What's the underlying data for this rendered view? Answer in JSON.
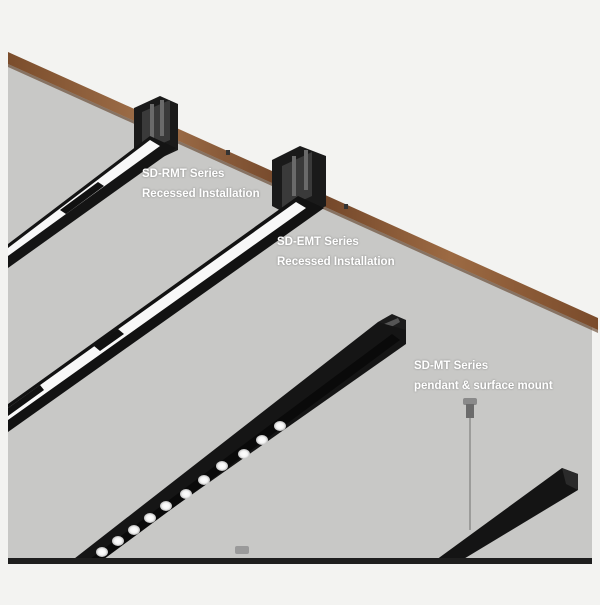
{
  "products": [
    {
      "series": "SD-RMT Series",
      "installation": "Recessed Installation"
    },
    {
      "series": "SD-EMT Series",
      "installation": "Recessed Installation"
    },
    {
      "series": "SD-MT Series",
      "installation": "pendant & surface mount"
    }
  ],
  "colors": {
    "ceiling_wood": "#8a5a36",
    "wall": "#c9c9c7",
    "track_black": "#111111",
    "led_diffuser": "#ffffff",
    "frame_border": "#f3f3f1"
  }
}
